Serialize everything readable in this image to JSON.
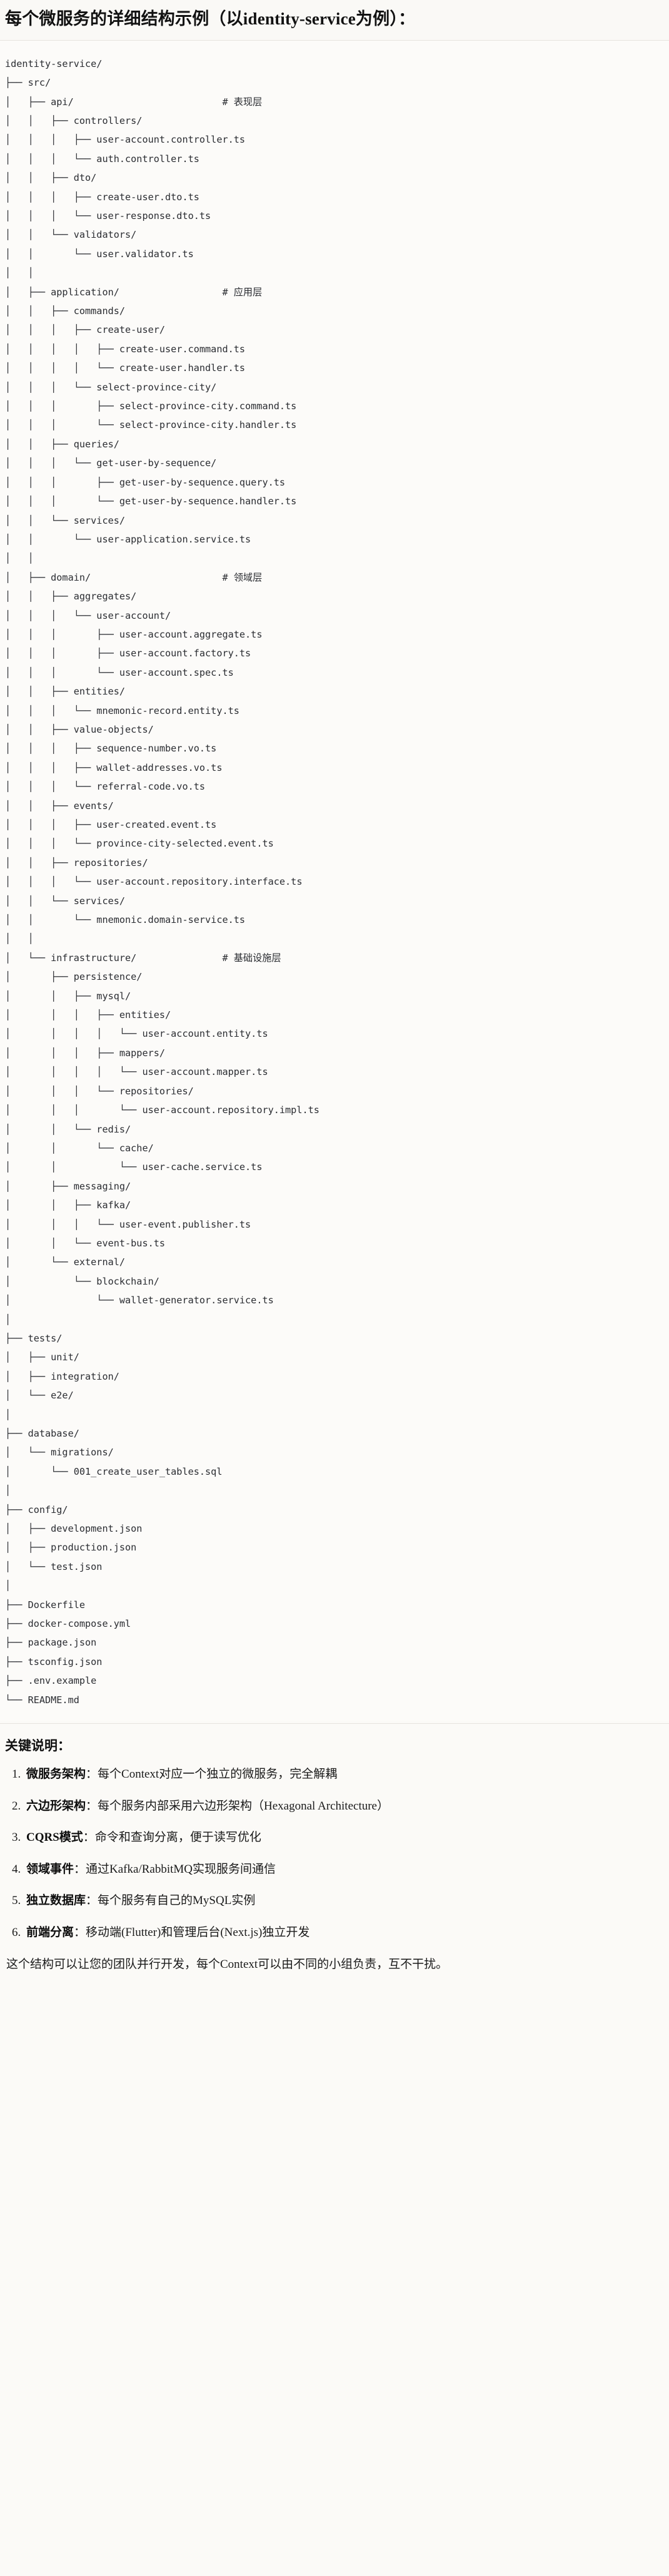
{
  "page": {
    "title": "每个微服务的详细结构示例（以identity-service为例）：",
    "background_color": "#fbfaf7",
    "text_color": "#1a1a1a"
  },
  "tree": {
    "root": "identity-service/",
    "comment_marker": "#",
    "layer_comments": {
      "api": "# 表现层",
      "application": "# 应用层",
      "domain": "# 领域层",
      "infrastructure": "# 基础设施层"
    },
    "text": "identity-service/\n├── src/\n│   ├── api/                          # 表现层\n│   │   ├── controllers/\n│   │   │   ├── user-account.controller.ts\n│   │   │   └── auth.controller.ts\n│   │   ├── dto/\n│   │   │   ├── create-user.dto.ts\n│   │   │   └── user-response.dto.ts\n│   │   └── validators/\n│   │       └── user.validator.ts\n│   │\n│   ├── application/                  # 应用层\n│   │   ├── commands/\n│   │   │   ├── create-user/\n│   │   │   │   ├── create-user.command.ts\n│   │   │   │   └── create-user.handler.ts\n│   │   │   └── select-province-city/\n│   │   │       ├── select-province-city.command.ts\n│   │   │       └── select-province-city.handler.ts\n│   │   ├── queries/\n│   │   │   └── get-user-by-sequence/\n│   │   │       ├── get-user-by-sequence.query.ts\n│   │   │       └── get-user-by-sequence.handler.ts\n│   │   └── services/\n│   │       └── user-application.service.ts\n│   │\n│   ├── domain/                       # 领域层\n│   │   ├── aggregates/\n│   │   │   └── user-account/\n│   │   │       ├── user-account.aggregate.ts\n│   │   │       ├── user-account.factory.ts\n│   │   │       └── user-account.spec.ts\n│   │   ├── entities/\n│   │   │   └── mnemonic-record.entity.ts\n│   │   ├── value-objects/\n│   │   │   ├── sequence-number.vo.ts\n│   │   │   ├── wallet-addresses.vo.ts\n│   │   │   └── referral-code.vo.ts\n│   │   ├── events/\n│   │   │   ├── user-created.event.ts\n│   │   │   └── province-city-selected.event.ts\n│   │   ├── repositories/\n│   │   │   └── user-account.repository.interface.ts\n│   │   └── services/\n│   │       └── mnemonic.domain-service.ts\n│   │\n│   └── infrastructure/               # 基础设施层\n│       ├── persistence/\n│       │   ├── mysql/\n│       │   │   ├── entities/\n│       │   │   │   └── user-account.entity.ts\n│       │   │   ├── mappers/\n│       │   │   │   └── user-account.mapper.ts\n│       │   │   └── repositories/\n│       │   │       └── user-account.repository.impl.ts\n│       │   └── redis/\n│       │       └── cache/\n│       │           └── user-cache.service.ts\n│       ├── messaging/\n│       │   ├── kafka/\n│       │   │   └── user-event.publisher.ts\n│       │   └── event-bus.ts\n│       └── external/\n│           └── blockchain/\n│               └── wallet-generator.service.ts\n│\n├── tests/\n│   ├── unit/\n│   ├── integration/\n│   └── e2e/\n│\n├── database/\n│   └── migrations/\n│       └── 001_create_user_tables.sql\n│\n├── config/\n│   ├── development.json\n│   ├── production.json\n│   └── test.json\n│\n├── Dockerfile\n├── docker-compose.yml\n├── package.json\n├── tsconfig.json\n├── .env.example\n└── README.md"
  },
  "notes": {
    "heading": "关键说明：",
    "items": [
      {
        "term": "微服务架构",
        "sep": "：",
        "desc": "每个Context对应一个独立的微服务，完全解耦"
      },
      {
        "term": "六边形架构",
        "sep": "：",
        "desc": "每个服务内部采用六边形架构（Hexagonal Architecture）"
      },
      {
        "term": "CQRS模式",
        "sep": "：",
        "desc": "命令和查询分离，便于读写优化"
      },
      {
        "term": "领域事件",
        "sep": "：",
        "desc": "通过Kafka/RabbitMQ实现服务间通信"
      },
      {
        "term": "独立数据库",
        "sep": "：",
        "desc": "每个服务有自己的MySQL实例"
      },
      {
        "term": "前端分离",
        "sep": "：",
        "desc": "移动端(Flutter)和管理后台(Next.js)独立开发"
      }
    ],
    "closing": "这个结构可以让您的团队并行开发，每个Context可以由不同的小组负责，互不干扰。"
  }
}
